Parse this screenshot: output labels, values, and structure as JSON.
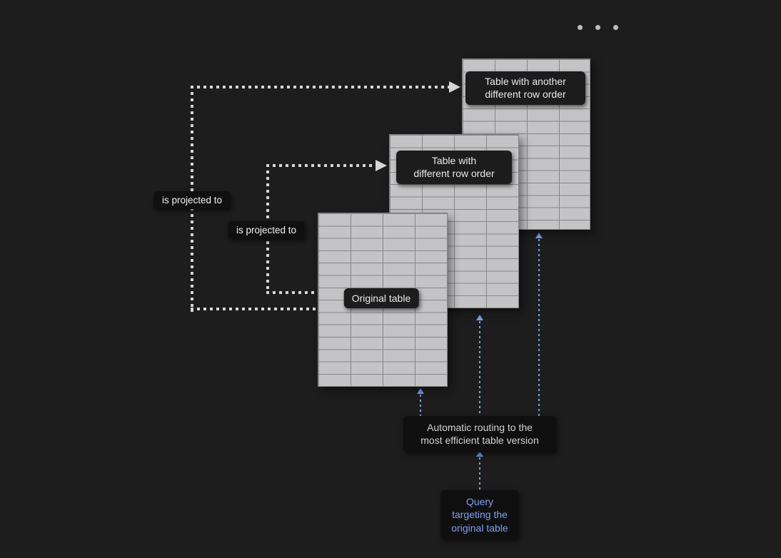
{
  "header": {
    "more_options_icon": "three-dots"
  },
  "diagram": {
    "tables": [
      {
        "id": "original-table",
        "label": "Original table"
      },
      {
        "id": "table-different-row-order",
        "label": "Table with\ndifferent row order"
      },
      {
        "id": "table-another-different-row-order",
        "label": "Table with another\ndifferent row order"
      }
    ],
    "edges": [
      {
        "from": "original-table",
        "to": "table-another-different-row-order",
        "label": "is projected to"
      },
      {
        "from": "original-table",
        "to": "table-different-row-order",
        "label": "is projected to"
      }
    ],
    "notes": {
      "routing": "Automatic routing to the\nmost efficient table version",
      "query": "Query\ntargeting the\noriginal table"
    },
    "colors": {
      "background": "#1d1d1d",
      "table_fill": "#c4c4c6",
      "table_grid_line": "#86868a",
      "gray_arrow": "#d6d6d6",
      "blue_arrow": "#7b9ff2",
      "note_background": "#0f0f0f",
      "note_text": "#d2d2d2",
      "query_text": "#7d9ff5"
    }
  }
}
